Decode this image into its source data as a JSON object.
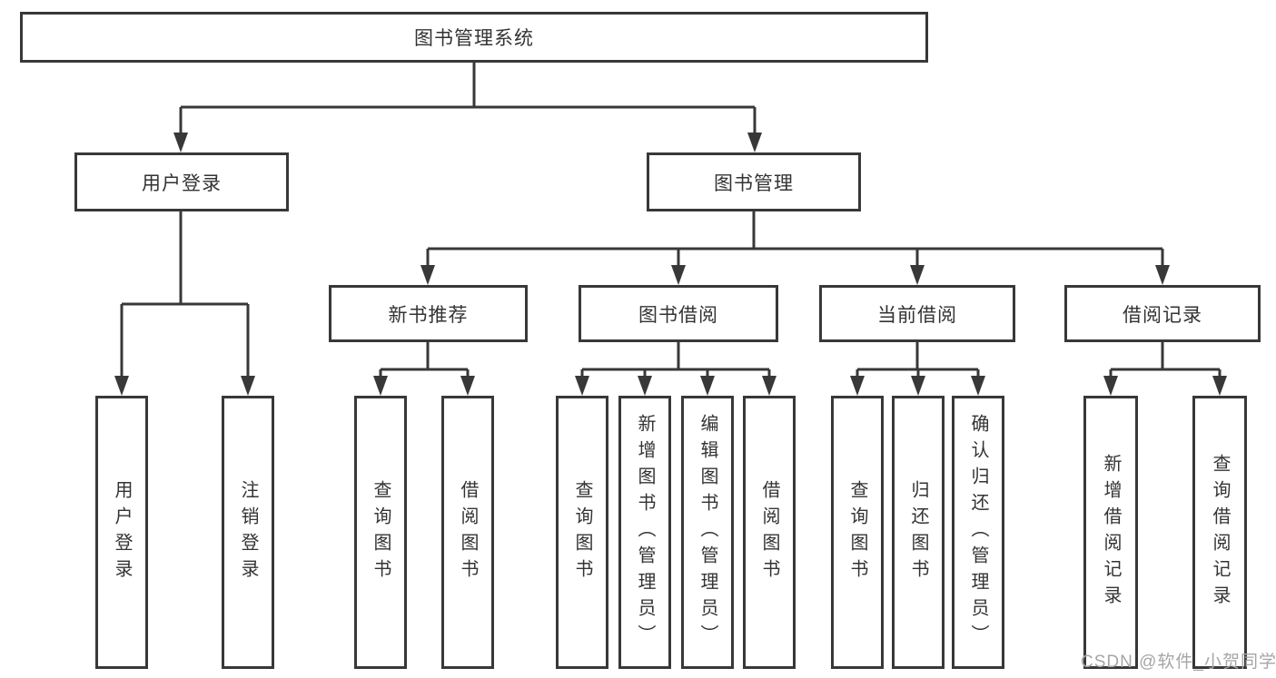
{
  "diagram_type": "hierarchy-tree",
  "tree": {
    "label": "图书管理系统",
    "children": [
      {
        "label": "用户登录",
        "children": [
          {
            "label": "用户登录"
          },
          {
            "label": "注销登录"
          }
        ]
      },
      {
        "label": "图书管理",
        "children": [
          {
            "label": "新书推荐",
            "children": [
              {
                "label": "查询图书"
              },
              {
                "label": "借阅图书"
              }
            ]
          },
          {
            "label": "图书借阅",
            "children": [
              {
                "label": "查询图书"
              },
              {
                "label": "新增图书（管理员）"
              },
              {
                "label": "编辑图书（管理员）"
              },
              {
                "label": "借阅图书"
              }
            ]
          },
          {
            "label": "当前借阅",
            "children": [
              {
                "label": "查询图书"
              },
              {
                "label": "归还图书"
              },
              {
                "label": "确认归还（管理员）"
              }
            ]
          },
          {
            "label": "借阅记录",
            "children": [
              {
                "label": "新增借阅记录"
              },
              {
                "label": "查询借阅记录"
              }
            ]
          }
        ]
      }
    ]
  },
  "watermark": "CSDN @软件_小贺同学",
  "colors": {
    "line": "#383838",
    "text": "#333333",
    "watermark": "#a6a6a6",
    "background": "#ffffff"
  }
}
